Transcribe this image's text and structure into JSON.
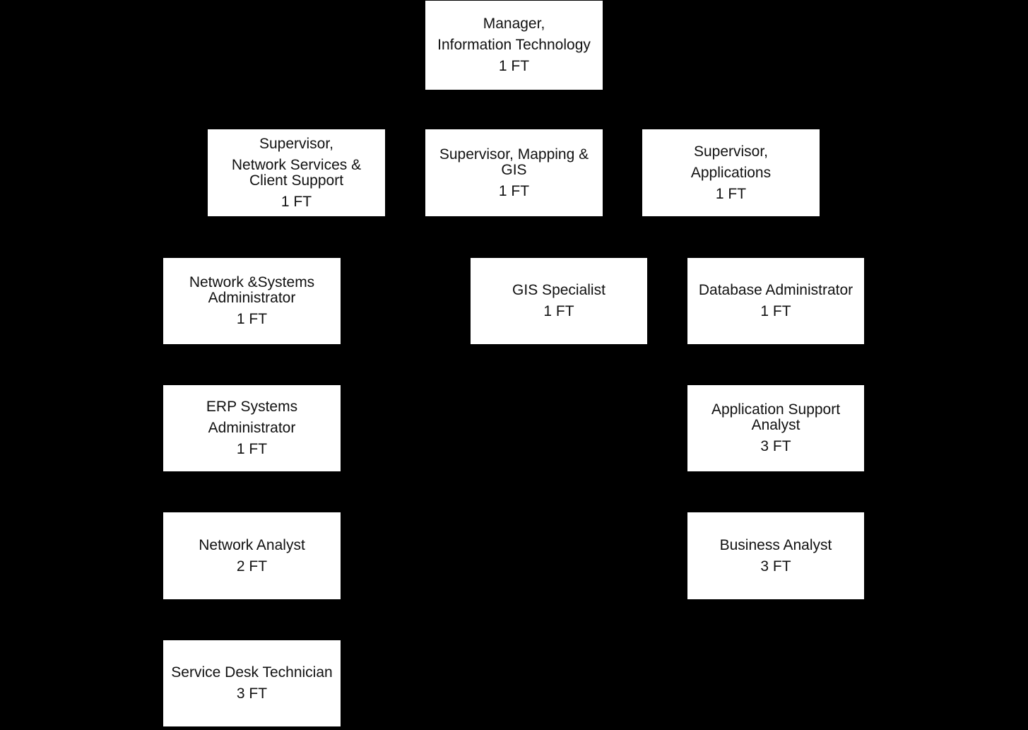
{
  "colors": {
    "background": "#000000",
    "node_fill": "#ffffff",
    "node_text": "#111111"
  },
  "nodes": {
    "manager_it": {
      "paragraphs": [
        "Manager,",
        "Information Technology",
        "1 FT"
      ]
    },
    "supervisor_network_services": {
      "paragraphs": [
        "Supervisor,",
        "Network Services &\nClient Support",
        "1 FT"
      ]
    },
    "supervisor_mapping_gis": {
      "paragraphs": [
        "Supervisor, Mapping &\nGIS",
        "1 FT"
      ]
    },
    "supervisor_applications": {
      "paragraphs": [
        "Supervisor,",
        "Applications",
        "1 FT"
      ]
    },
    "network_systems_administrator": {
      "paragraphs": [
        "Network &Systems\nAdministrator",
        "1 FT"
      ]
    },
    "gis_specialist": {
      "paragraphs": [
        "GIS Specialist",
        "1 FT"
      ]
    },
    "database_administrator": {
      "paragraphs": [
        "Database Administrator",
        "1 FT"
      ]
    },
    "erp_systems_administrator": {
      "paragraphs": [
        "ERP Systems",
        "Administrator",
        "1 FT"
      ]
    },
    "application_support_analyst": {
      "paragraphs": [
        "Application Support\nAnalyst",
        "3 FT"
      ]
    },
    "network_analyst": {
      "paragraphs": [
        "Network Analyst",
        "2 FT"
      ]
    },
    "business_analyst": {
      "paragraphs": [
        "Business Analyst",
        "3 FT"
      ]
    },
    "service_desk_technician": {
      "paragraphs": [
        "Service Desk Technician",
        "3 FT"
      ]
    }
  }
}
